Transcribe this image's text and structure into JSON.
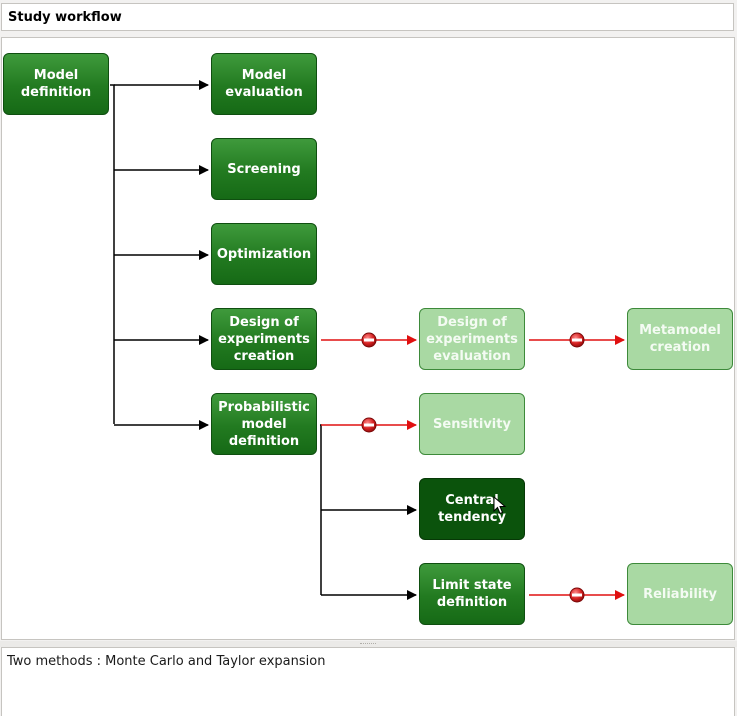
{
  "header": {
    "title": "Study workflow"
  },
  "nodes": {
    "model_definition": "Model definition",
    "model_evaluation": "Model evaluation",
    "screening": "Screening",
    "optimization": "Optimization",
    "doe_creation": "Design of experiments creation",
    "probabilistic_model": "Probabilistic model definition",
    "doe_evaluation": "Design of experiments evaluation",
    "metamodel_creation": "Metamodel creation",
    "sensitivity": "Sensitivity",
    "central_tendency": "Central tendency",
    "limit_state": "Limit state definition",
    "reliability": "Reliability"
  },
  "colors": {
    "active_node": "#227a20",
    "inactive_node": "#a9d9a3",
    "pressed_node": "#0b530c",
    "connector": "#000000",
    "blocked_connector": "#e01010"
  },
  "icons": {
    "blocked": "no-entry-icon",
    "cursor": "mouse-pointer-icon"
  },
  "description": {
    "text": "Two methods : Monte Carlo and Taylor expansion"
  }
}
